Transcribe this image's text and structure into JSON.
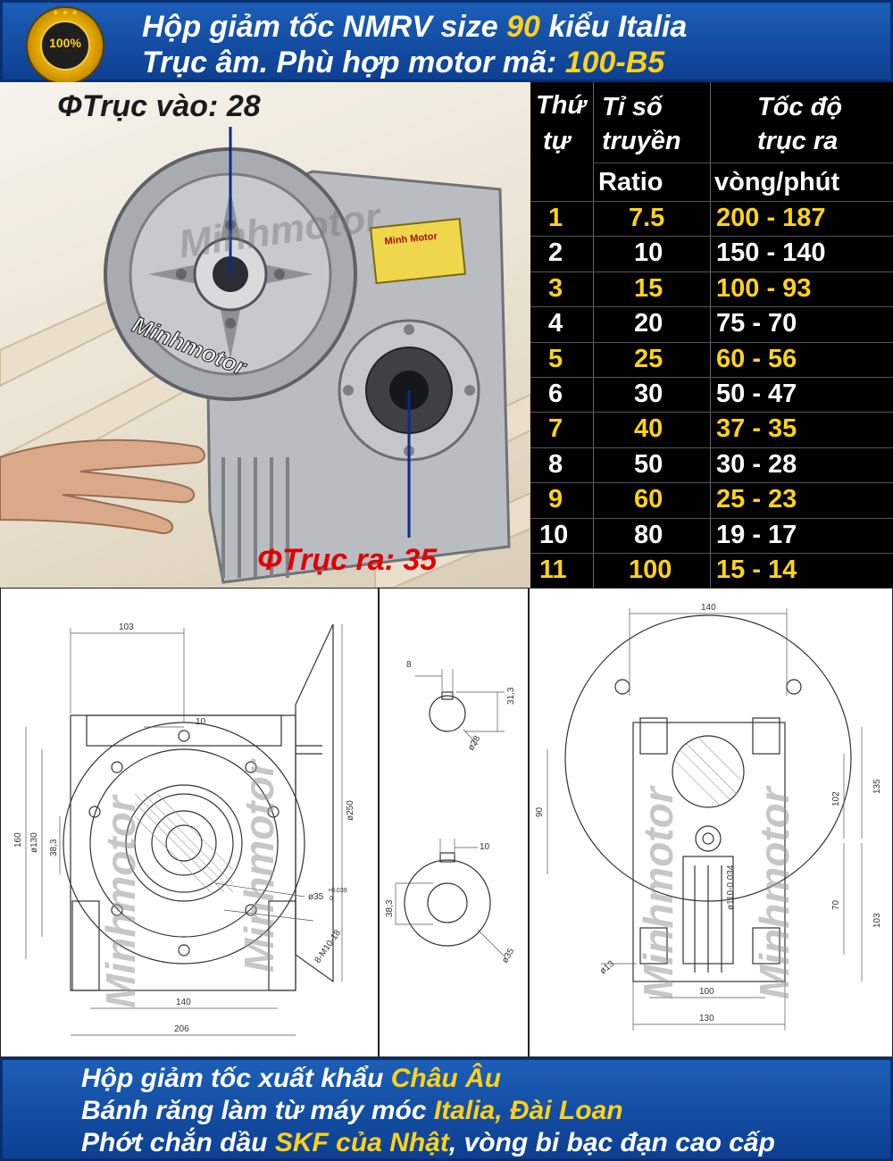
{
  "header": {
    "line1_a": "Hộp giảm tốc NMRV size ",
    "line1_b": "90",
    "line1_c": " kiểu Italia",
    "line2_a": "Trục âm. Phù hợp motor mã: ",
    "line2_b": "100-B5",
    "seal_text": "100%",
    "colors": {
      "banner": "#1c5fb8",
      "highlight": "#ffd21a"
    }
  },
  "photo": {
    "input_label": "ΦTrục vào: 28",
    "output_label": "ΦTrục ra: 35",
    "watermark": "Minhmotor",
    "plate_text": "Minh Motor"
  },
  "table": {
    "headers": {
      "col1_line1": "Thứ",
      "col1_line2": "tự",
      "col2_line1": "Tỉ số",
      "col2_line2": "truyền",
      "col2_line3": "Ratio",
      "col3_line1": "Tốc độ",
      "col3_line2": "trục ra",
      "col3_line3": "vòng/phút"
    },
    "rows": [
      {
        "no": "1",
        "ratio": "7.5",
        "speed": "200 - 187",
        "color": "#ffd21a"
      },
      {
        "no": "2",
        "ratio": "10",
        "speed": "150 - 140",
        "color": "#ffffff"
      },
      {
        "no": "3",
        "ratio": "15",
        "speed": "100 - 93",
        "color": "#ffd21a"
      },
      {
        "no": "4",
        "ratio": "20",
        "speed": "75 - 70",
        "color": "#ffffff"
      },
      {
        "no": "5",
        "ratio": "25",
        "speed": "60 - 56",
        "color": "#ffd21a"
      },
      {
        "no": "6",
        "ratio": "30",
        "speed": "50 - 47",
        "color": "#ffffff"
      },
      {
        "no": "7",
        "ratio": "40",
        "speed": "37 - 35",
        "color": "#ffd21a"
      },
      {
        "no": "8",
        "ratio": "50",
        "speed": "30 - 28",
        "color": "#ffffff"
      },
      {
        "no": "9",
        "ratio": "60",
        "speed": "25 - 23",
        "color": "#ffd21a"
      },
      {
        "no": "10",
        "ratio": "80",
        "speed": "19 - 17",
        "color": "#ffffff"
      },
      {
        "no": "11",
        "ratio": "100",
        "speed": "15 - 14",
        "color": "#ffd21a"
      }
    ]
  },
  "drawings": {
    "watermark": "Minhmotor",
    "front": {
      "d103": "103",
      "d10": "10",
      "d250": "ø250",
      "d160": "160",
      "d130": "ø130",
      "d38": "38,3",
      "d35": "ø35",
      "d35_tol": "+0.039",
      "d35_tol2": "0",
      "holes": "8-M10-18",
      "d140": "140",
      "d206": "206"
    },
    "shaft": {
      "d8": "8",
      "d31": "31,3",
      "d28": "ø28",
      "d10": "10",
      "d38": "38,3",
      "d35": "ø35"
    },
    "side": {
      "d140": "140",
      "d90": "90",
      "d135": "135",
      "d102": "102",
      "d110": "ø110-0.034",
      "d70": "70",
      "d103": "103",
      "d13": "ø13",
      "d100": "100",
      "d130": "130"
    }
  },
  "footer": {
    "line1_a": "Hộp giảm tốc xuất khẩu ",
    "line1_b": "Châu Âu",
    "line2_a": "Bánh răng làm từ máy móc ",
    "line2_b": "Italia, Đài Loan",
    "line3_a": "Phớt chắn dầu ",
    "line3_b": "SKF của Nhật",
    "line3_c": ", vòng bi bạc đạn cao cấp"
  }
}
